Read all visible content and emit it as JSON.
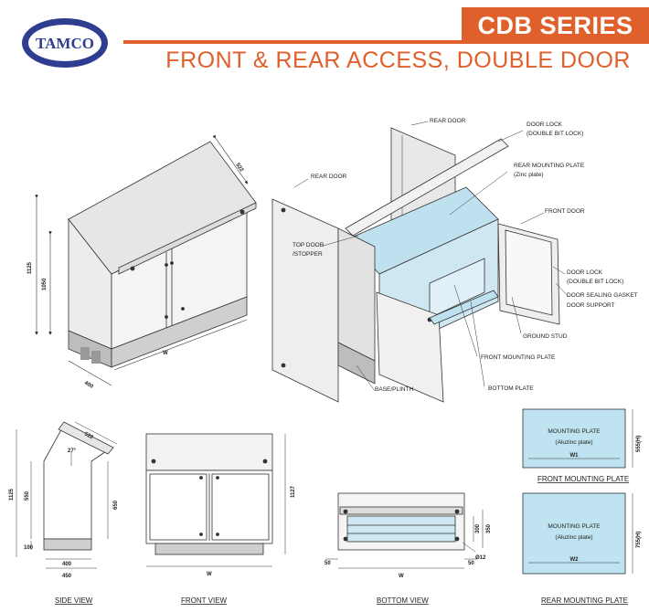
{
  "header": {
    "logo_text": "TAMCO",
    "series_title": "CDB SERIES",
    "subtitle": "FRONT & REAR ACCESS, DOUBLE DOOR",
    "accent_color": "#e0602b",
    "logo_color": "#2e3d8f"
  },
  "iso_view": {
    "dims": {
      "height_outer": "1125",
      "height_inner": "1050",
      "depth_top": "522",
      "depth_base": "400",
      "width": "W"
    }
  },
  "exploded_view": {
    "labels": {
      "rear_door_top": "REAR DOOR",
      "rear_door_left": "REAR DOOR",
      "door_lock_top": "DOOR LOCK",
      "door_lock_top_sub": "(DOUBLE BIT LOCK)",
      "rear_mounting_plate": "REAR MOUNTING PLATE",
      "rear_mounting_plate_sub": "(Zinc plate)",
      "front_door": "FRONT DOOR",
      "top_door": "TOP DOOR",
      "top_door_sub": "/STOPPER",
      "door_lock_right": "DOOR LOCK",
      "door_lock_right_sub": "(DOUBLE BIT LOCK)",
      "door_sealing_gasket": "DOOR SEALING GASKET",
      "door_support": "DOOR SUPPORT",
      "ground_stud": "GROUND STUD",
      "front_mounting_plate": "FRONT MOUNTING PLATE",
      "bottom_plate": "BOTTOM PLATE",
      "base_plinth": "BASE/PLINTH"
    }
  },
  "side_view": {
    "caption": "SIDE VIEW",
    "dims": {
      "depth_top": "522",
      "angle": "27°",
      "total_height": "1125",
      "front_height": "550",
      "mid_height": "650",
      "plinth": "100",
      "base_depth": "400",
      "overall_depth": "450"
    }
  },
  "front_view": {
    "caption": "FRONT VIEW",
    "dims": {
      "height": "1127",
      "width": "W"
    }
  },
  "bottom_view": {
    "caption": "BOTTOM VIEW",
    "dims": {
      "left": "50",
      "right": "50",
      "depth1": "300",
      "depth2": "350",
      "hole": "Ø12",
      "width": "W"
    }
  },
  "front_plate": {
    "title": "MOUNTING PLATE",
    "subtitle": "(Aluzinc plate)",
    "width": "W1",
    "height": "555(H)",
    "caption": "FRONT MOUNTING PLATE"
  },
  "rear_plate": {
    "title": "MOUNTING PLATE",
    "subtitle": "(Aluzinc plate)",
    "width": "W2",
    "height": "755(H)",
    "caption": "REAR MOUNTING PLATE"
  }
}
